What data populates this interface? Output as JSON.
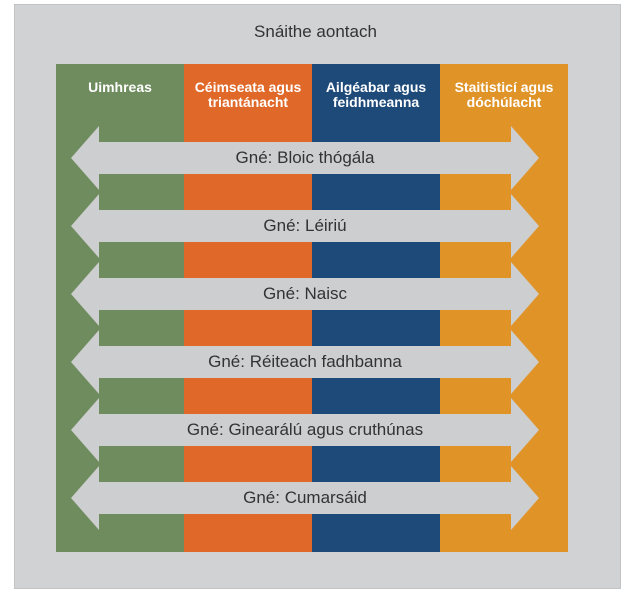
{
  "title": "Snáithe aontach",
  "strands": [
    {
      "label_line1": "Uimhreas",
      "label_line2": "",
      "color": "#6e8c5e"
    },
    {
      "label_line1": "Céimseata agus",
      "label_line2": "triantánacht",
      "color": "#e06828"
    },
    {
      "label_line1": "Ailgéabar agus",
      "label_line2": "feidhmeanna",
      "color": "#1e4a7a"
    },
    {
      "label_line1": "Staitisticí agus",
      "label_line2": "dóchúlacht",
      "color": "#e09428"
    }
  ],
  "elements": [
    {
      "label": "Gné: Bloic thógála"
    },
    {
      "label": "Gné: Léiriú"
    },
    {
      "label": "Gné: Naisc"
    },
    {
      "label": "Gné: Réiteach fadhbanna"
    },
    {
      "label": "Gné: Ginearálú agus cruthúnas"
    },
    {
      "label": "Gné: Cumarsáid"
    }
  ],
  "arrow_color": "#cdcecf"
}
